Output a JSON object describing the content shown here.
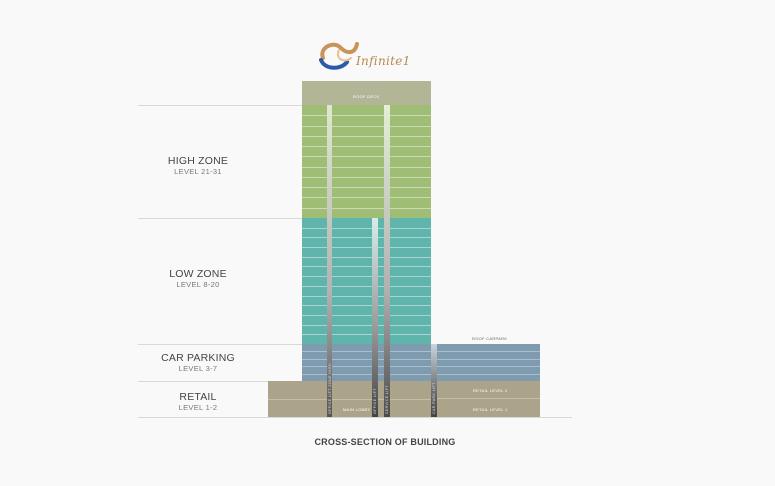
{
  "logo": {
    "text": "Infinite1",
    "colors": [
      "#c8945a",
      "#2b5aa8"
    ]
  },
  "zones": [
    {
      "name": "HIGH ZONE",
      "level": "LEVEL 21-31"
    },
    {
      "name": "LOW ZONE",
      "level": "LEVEL 8-20"
    },
    {
      "name": "CAR PARKING",
      "level": "LEVEL 3-7"
    },
    {
      "name": "RETAIL",
      "level": "LEVEL 1-2"
    }
  ],
  "labels": {
    "roof_deck": "ROOF DECK",
    "roof_carpark": "ROOF CARPARK",
    "retail_level_2": "RETAIL LEVEL 2",
    "retail_level_1": "RETAIL LEVEL 1",
    "main_lobby": "MAIN LOBBY",
    "lift_1": "OFFICE LIFT ZONE HIGH",
    "lift_2": "OFFICE LIFT",
    "lift_3": "SERVICE LIFT",
    "lift_4": "CAR PARK LIFT"
  },
  "caption": "CROSS-SECTION OF BUILDING",
  "colors": {
    "roof": "#b3b597",
    "high_zone": "#9fbd74",
    "low_zone": "#5fb5ab",
    "parking": "#7f9bb0",
    "retail": "#aba48b"
  }
}
